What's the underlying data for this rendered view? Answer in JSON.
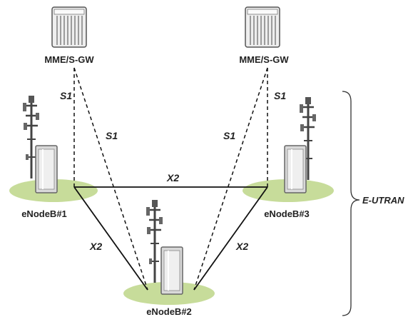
{
  "nodes": {
    "mme_left": {
      "label": "MME/S-GW",
      "icon": "server-rack-icon"
    },
    "mme_right": {
      "label": "MME/S-GW",
      "icon": "server-rack-icon"
    },
    "enb1": {
      "label": "eNodeB#1",
      "icon": "base-station-icon"
    },
    "enb2": {
      "label": "eNodeB#2",
      "icon": "base-station-icon"
    },
    "enb3": {
      "label": "eNodeB#3",
      "icon": "base-station-icon"
    }
  },
  "interfaces": {
    "s1_a": "S1",
    "s1_b": "S1",
    "s1_c": "S1",
    "s1_d": "S1",
    "x2_top": "X2",
    "x2_left": "X2",
    "x2_right": "X2"
  },
  "group": {
    "label": "E-UTRAN"
  },
  "colors": {
    "ellipse": "#c7dc9a",
    "line": "#111111",
    "cabinet_body": "#d9d9d9",
    "cabinet_edge": "#666666",
    "server_body": "#eeeeee",
    "server_edge": "#555555"
  }
}
